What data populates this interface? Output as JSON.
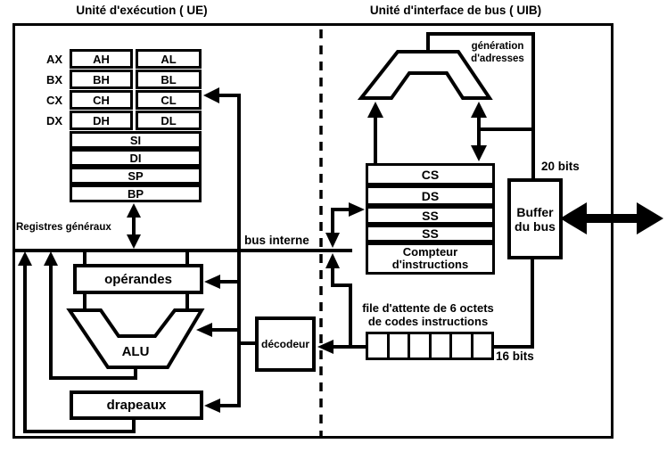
{
  "colors": {
    "ink": "#000000",
    "paper": "#ffffff"
  },
  "titles": {
    "ue": "Unité d'exécution ( UE)",
    "uib": "Unité d'interface de bus ( UIB)"
  },
  "eu": {
    "register_row_labels": [
      "AX",
      "BX",
      "CX",
      "DX"
    ],
    "register_pairs": [
      [
        "AH",
        "AL"
      ],
      [
        "BH",
        "BL"
      ],
      [
        "CH",
        "CL"
      ],
      [
        "DH",
        "DL"
      ]
    ],
    "register_wide": [
      "SI",
      "DI",
      "SP",
      "BP"
    ],
    "caption": "Registres généraux",
    "bus_label": "bus interne",
    "operands_label": "opérandes",
    "alu_label": "ALU",
    "decoder_label": "décodeur",
    "flags_label": "drapeaux"
  },
  "biu": {
    "addr_gen_line1": "génération",
    "addr_gen_line2": "d'adresses",
    "segment_rows": [
      "CS",
      "DS",
      "SS",
      "SS"
    ],
    "instr_counter_line1": "Compteur",
    "instr_counter_line2": "d'instructions",
    "queue_label_line1": "file d'attente de 6 octets",
    "queue_label_line2": "de codes instructions",
    "queue_cell_count": 6,
    "queue_width_label": "16 bits",
    "bus_width_label": "20 bits",
    "buffer_line1": "Buffer",
    "buffer_line2": "du bus"
  }
}
